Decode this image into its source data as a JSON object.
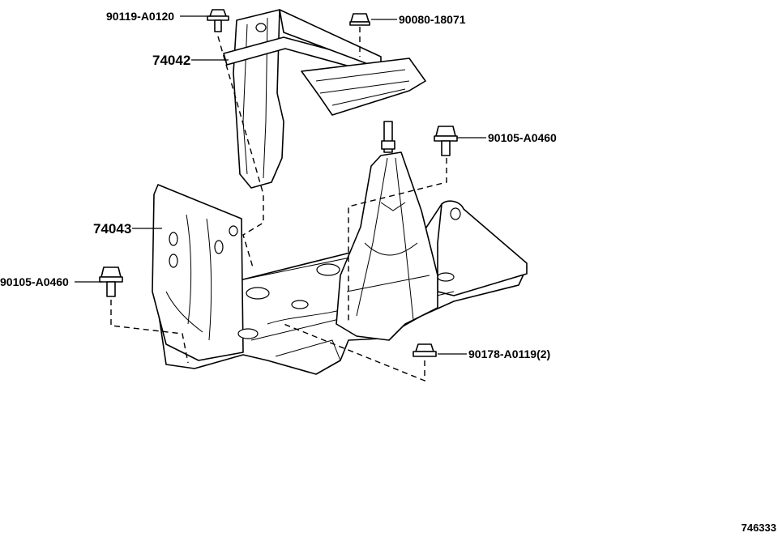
{
  "callouts": {
    "bolt_top_left": "90119-A0120",
    "clip_top_right": "90080-18071",
    "bracket_upper": "74042",
    "bolt_right": "90105-A0460",
    "carrier_left": "74043",
    "bolt_left": "90105-A0460",
    "nut_bottom": "90178-A0119(2)"
  },
  "figure_number": "746333",
  "icons": {
    "bolt": "hex-flange-bolt-icon",
    "clip": "clip-icon",
    "nut": "hex-flange-nut-icon"
  }
}
